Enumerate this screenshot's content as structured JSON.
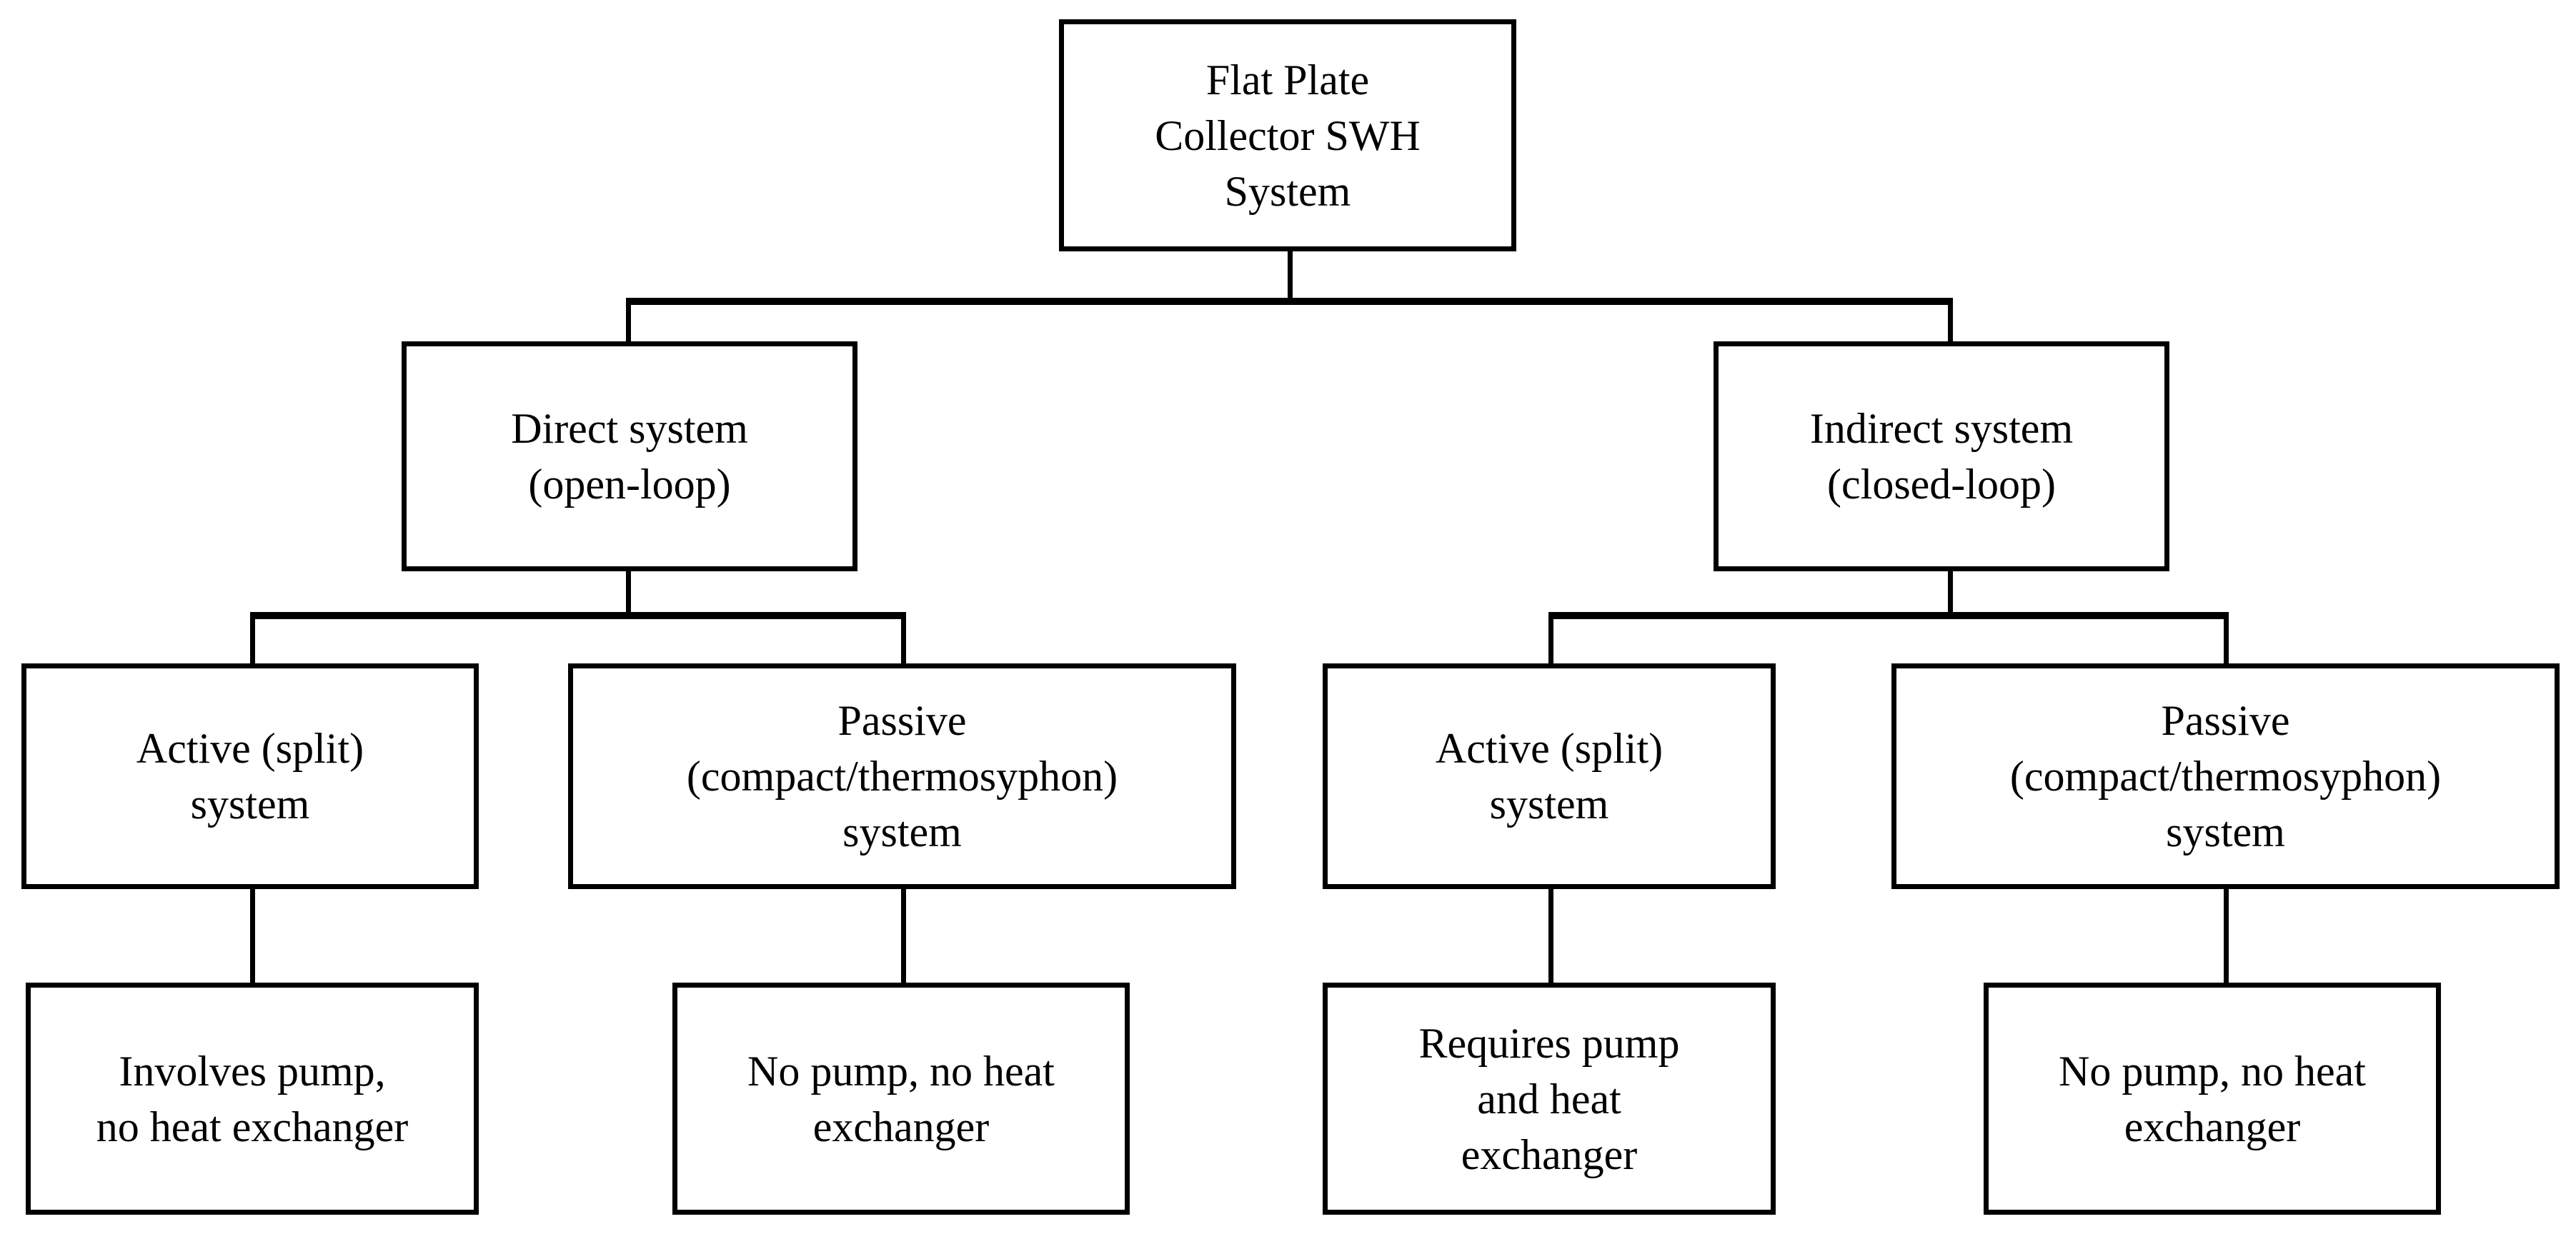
{
  "diagram": {
    "type": "tree-hierarchy",
    "title": "Flat Plate Collector SWH System classification",
    "background_color": "#ffffff",
    "line_color": "#000000",
    "text_color": "#000000",
    "nodes": {
      "root": {
        "label": "Flat Plate\nCollector SWH\nSystem"
      },
      "direct": {
        "label": "Direct system\n(open-loop)"
      },
      "indirect": {
        "label": "Indirect system\n(closed-loop)"
      },
      "direct_active": {
        "label": "Active (split)\nsystem"
      },
      "direct_passive": {
        "label": "Passive\n(compact/thermosyphon)\nsystem"
      },
      "indirect_active": {
        "label": "Active (split)\nsystem"
      },
      "indirect_passive": {
        "label": "Passive\n(compact/thermosyphon)\nsystem"
      },
      "direct_active_detail": {
        "label": "Involves pump,\nno heat exchanger"
      },
      "direct_passive_detail": {
        "label": "No pump, no heat\nexchanger"
      },
      "indirect_active_detail": {
        "label": "Requires pump\nand heat\nexchanger"
      },
      "indirect_passive_detail": {
        "label": "No pump, no heat\nexchanger"
      }
    },
    "edges": [
      {
        "from": "root",
        "to": "direct"
      },
      {
        "from": "root",
        "to": "indirect"
      },
      {
        "from": "direct",
        "to": "direct_active"
      },
      {
        "from": "direct",
        "to": "direct_passive"
      },
      {
        "from": "indirect",
        "to": "indirect_active"
      },
      {
        "from": "indirect",
        "to": "indirect_passive"
      },
      {
        "from": "direct_active",
        "to": "direct_active_detail"
      },
      {
        "from": "direct_passive",
        "to": "direct_passive_detail"
      },
      {
        "from": "indirect_active",
        "to": "indirect_active_detail"
      },
      {
        "from": "indirect_passive",
        "to": "indirect_passive_detail"
      }
    ]
  }
}
